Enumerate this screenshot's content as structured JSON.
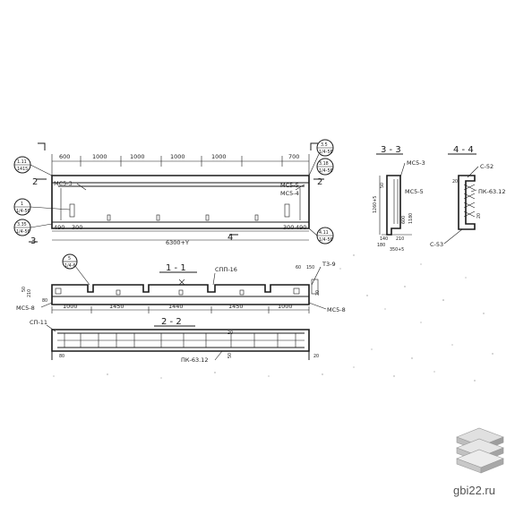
{
  "drawing": {
    "top_dims": [
      "600",
      "1000",
      "1000",
      "1000",
      "1000",
      "700"
    ],
    "overall_dim": "6300+Y",
    "bottom_small_dims": [
      "490",
      "300"
    ],
    "bottom_right_dims": [
      "300",
      "490"
    ],
    "axis_label": "4",
    "section_marks": {
      "s1": "1",
      "s2": "2",
      "s3": "3",
      "s4": "4"
    },
    "callouts_left": [
      {
        "top": "1.11",
        "bottom": "1415"
      },
      {
        "top": "1",
        "bottom": "1/4-56"
      },
      {
        "top": "3.35",
        "bottom": "1/4-56"
      }
    ],
    "callouts_right": [
      {
        "top": "3.5",
        "bottom": "1/4-56"
      },
      {
        "top": "3.18",
        "bottom": "1/4-56"
      },
      {
        "top": "4.11",
        "bottom": "1/4-56"
      }
    ],
    "marks_elevation": [
      "МС5-3",
      "МС5-5",
      "МС5-4"
    ],
    "section_3": {
      "title": "3 - 3",
      "mark_top": "МС5-3",
      "mark_mid": "МС5-5",
      "dims_v": [
        "1260+5",
        "50",
        "600",
        "1180"
      ],
      "dims_h": [
        "140",
        "210",
        "350+5"
      ],
      "extra": [
        "180"
      ]
    },
    "section_4": {
      "title": "4 - 4",
      "mark_top": "С-52",
      "mark_right": "ПК-63.12",
      "mark_bottom": "С-53",
      "dims": [
        "20",
        "20",
        "20"
      ]
    },
    "section_1": {
      "title": "1 - 1",
      "dims": [
        "1000",
        "1450",
        "1440",
        "1450",
        "1000"
      ],
      "mark_top": "СПП-16",
      "mark_left": "МС5-8",
      "mark_right": "МС5-8",
      "mark_tr": "Т3-9",
      "mark_callout": "5",
      "mark_callout_b": "1/4-6",
      "dims_v": [
        "210",
        "50",
        "20"
      ],
      "dims_tr": [
        "60",
        "150"
      ],
      "side_dim": "80"
    },
    "section_2": {
      "title": "2 - 2",
      "mark_left": "СП-11",
      "mark_bottom": "ПК-63.12",
      "dims": [
        "80",
        "20",
        "20",
        "50"
      ]
    }
  },
  "watermark": {
    "text": "gbi22.ru",
    "icon": "stacked-slabs-icon"
  }
}
